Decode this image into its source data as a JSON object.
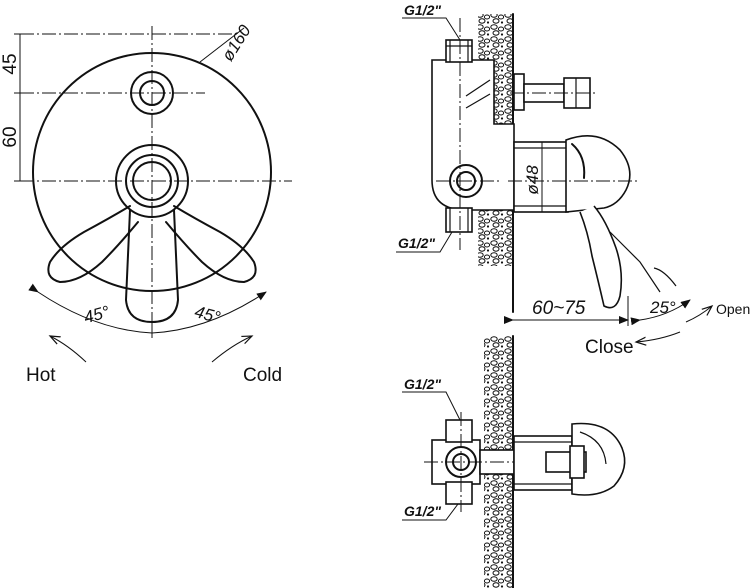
{
  "front_view": {
    "diameter_label": "ø160",
    "dim_top": "45",
    "dim_mid": "60",
    "angle_left": "45°",
    "angle_right": "45°",
    "hot_label": "Hot",
    "cold_label": "Cold"
  },
  "side_view": {
    "thread_top": "G1/2\"",
    "thread_bottom": "G1/2\"",
    "diameter_label": "ø48",
    "depth_label": "60~75",
    "angle_label": "25°",
    "open_label": "Open",
    "close_label": "Close"
  },
  "bottom_view": {
    "thread_top": "G1/2\"",
    "thread_bottom": "G1/2\""
  }
}
